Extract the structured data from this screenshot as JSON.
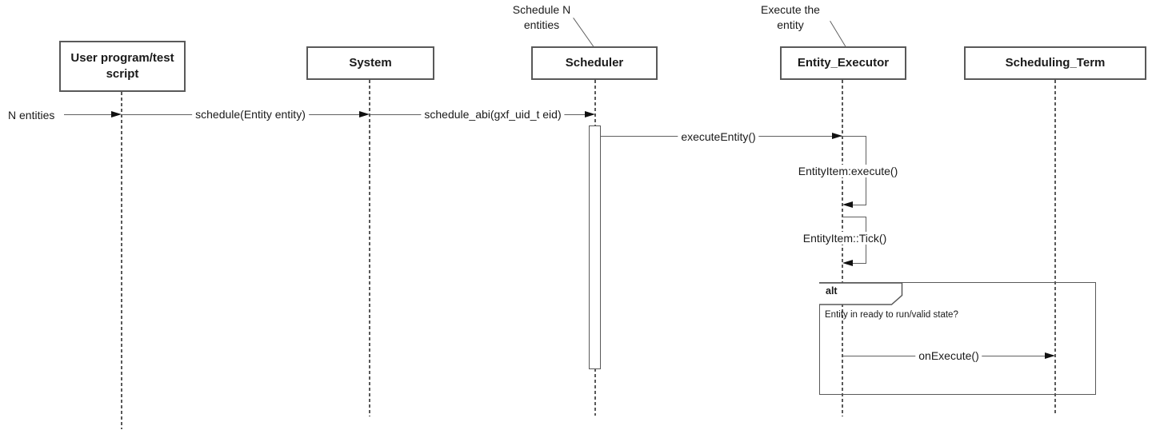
{
  "diagram": {
    "type": "uml-sequence",
    "participants": [
      {
        "label": "User program/test script"
      },
      {
        "label": "System"
      },
      {
        "label": "Scheduler"
      },
      {
        "label": "Entity_Executor"
      },
      {
        "label": "Scheduling_Term"
      }
    ],
    "annotations": [
      {
        "text": "Schedule N entities",
        "points_to": "Scheduler"
      },
      {
        "text": "Execute the entity",
        "points_to": "Entity_Executor"
      }
    ],
    "messages": [
      {
        "label": "N entities",
        "to": "User program/test script"
      },
      {
        "label": "schedule(Entity entity)",
        "from": "User program/test script",
        "to": "System"
      },
      {
        "label": "schedule_abi(gxf_uid_t eid)",
        "from": "System",
        "to": "Scheduler"
      },
      {
        "label": "executeEntity()",
        "from": "Scheduler",
        "to": "Entity_Executor"
      },
      {
        "label": "EntityItem:execute()",
        "from": "Entity_Executor",
        "to": "Entity_Executor",
        "kind": "self"
      },
      {
        "label": "EntityItem::Tick()",
        "from": "Entity_Executor",
        "to": "Entity_Executor",
        "kind": "self"
      },
      {
        "label": "onExecute()",
        "from": "Entity_Executor",
        "to": "Scheduling_Term"
      }
    ],
    "fragment": {
      "operator": "alt",
      "guard": "Entity in ready to run/valid state?"
    },
    "colors": {
      "background": "#ffffff",
      "box_fill": "#ffffff",
      "border": "#595959",
      "line": "#606060",
      "arrow": "#111111",
      "text": "#1a1a1a"
    }
  }
}
